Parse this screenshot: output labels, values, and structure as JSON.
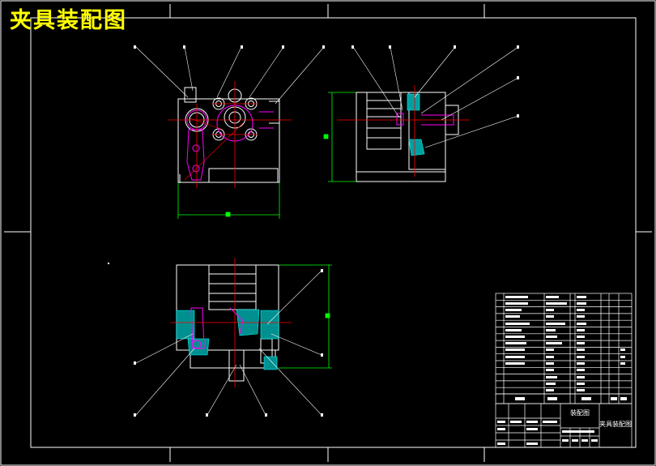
{
  "drawing_title": "夹具装配图",
  "title_block": {
    "drawing_type": "装配图",
    "part_name": "夹具装配图"
  },
  "colors": {
    "background": "#000000",
    "outline": "#ffffff",
    "centerline": "#ff0000",
    "dimension": "#00ff00",
    "hidden": "#ff00ff",
    "section_fill": "#00a0a0",
    "title": "#ffff00"
  }
}
